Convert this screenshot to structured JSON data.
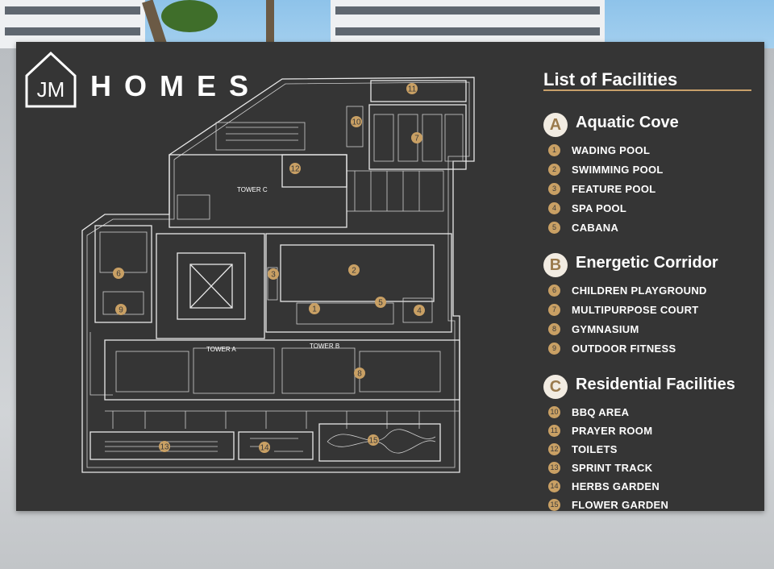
{
  "brand": {
    "name": "HOMES",
    "logo_text": "JM"
  },
  "list": {
    "title": "List of Facilities"
  },
  "sections": [
    {
      "letter": "A",
      "title": "Aquatic Cove",
      "items": [
        {
          "num": "1",
          "label": "WADING POOL"
        },
        {
          "num": "2",
          "label": "SWIMMING POOL"
        },
        {
          "num": "3",
          "label": "FEATURE POOL"
        },
        {
          "num": "4",
          "label": "SPA POOL"
        },
        {
          "num": "5",
          "label": "CABANA"
        }
      ]
    },
    {
      "letter": "B",
      "title": "Energetic Corridor",
      "items": [
        {
          "num": "6",
          "label": "CHILDREN PLAYGROUND"
        },
        {
          "num": "7",
          "label": "MULTIPURPOSE COURT"
        },
        {
          "num": "8",
          "label": "GYMNASIUM"
        },
        {
          "num": "9",
          "label": "OUTDOOR FITNESS"
        }
      ]
    },
    {
      "letter": "C",
      "title": "Residential Facilities",
      "items": [
        {
          "num": "10",
          "label": "BBQ AREA"
        },
        {
          "num": "11",
          "label": "PRAYER ROOM"
        },
        {
          "num": "12",
          "label": "TOILETS"
        },
        {
          "num": "13",
          "label": "SPRINT TRACK"
        },
        {
          "num": "14",
          "label": "HERBS GARDEN"
        },
        {
          "num": "15",
          "label": "FLOWER GARDEN"
        }
      ]
    }
  ],
  "plan": {
    "towers": [
      "TOWER C",
      "TOWER A",
      "TOWER B"
    ],
    "markers": [
      "1",
      "2",
      "3",
      "4",
      "5",
      "6",
      "7",
      "8",
      "9",
      "10",
      "11",
      "12",
      "13",
      "14",
      "15"
    ]
  },
  "colors": {
    "board": "#353535",
    "accent": "#c9a064",
    "rule": "#c7a06a"
  }
}
